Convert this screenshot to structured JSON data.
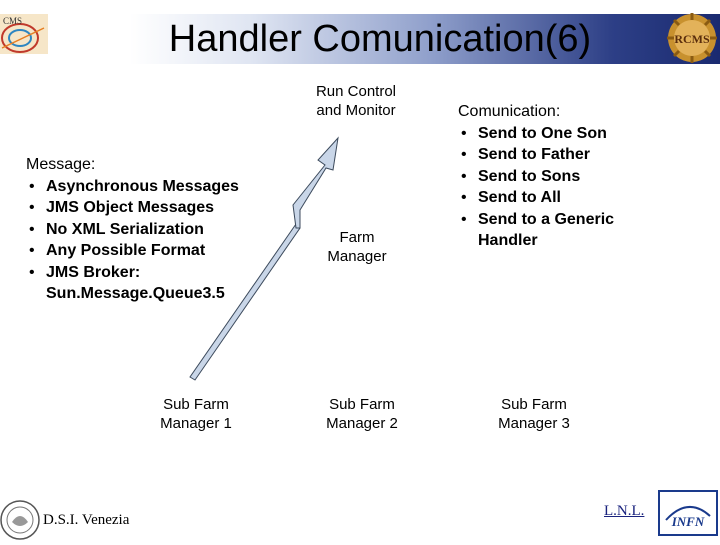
{
  "slide": {
    "title": "Handler Comunication(6)",
    "logo_left_text": "CMS",
    "logo_right_text": "RCMS"
  },
  "nodes": {
    "run_control": "Run Control\nand Monitor",
    "farm_manager": "Farm\nManager",
    "sub_farm_1": "Sub Farm\nManager 1",
    "sub_farm_2": "Sub Farm\nManager 2",
    "sub_farm_3": "Sub Farm\nManager 3"
  },
  "message_block": {
    "heading": "Message:",
    "items": [
      "Asynchronous Messages",
      "JMS Object Messages",
      "No XML Serialization",
      "Any Possible Format",
      "JMS Broker: Sun.Message.Queue3.5"
    ]
  },
  "communication_block": {
    "heading": "Comunication:",
    "items": [
      "Send to One Son",
      "Send to Father",
      "Send to Sons",
      "Send to All",
      "Send to a Generic Handler"
    ]
  },
  "footer": {
    "left": "D.S.I. Venezia",
    "right": "L.N.L.",
    "right_logo": "INFN"
  },
  "colors": {
    "arrow_fill": "#c9d6e8",
    "arrow_stroke": "#3c4a5c",
    "banner_dark": "#1a2a70"
  }
}
